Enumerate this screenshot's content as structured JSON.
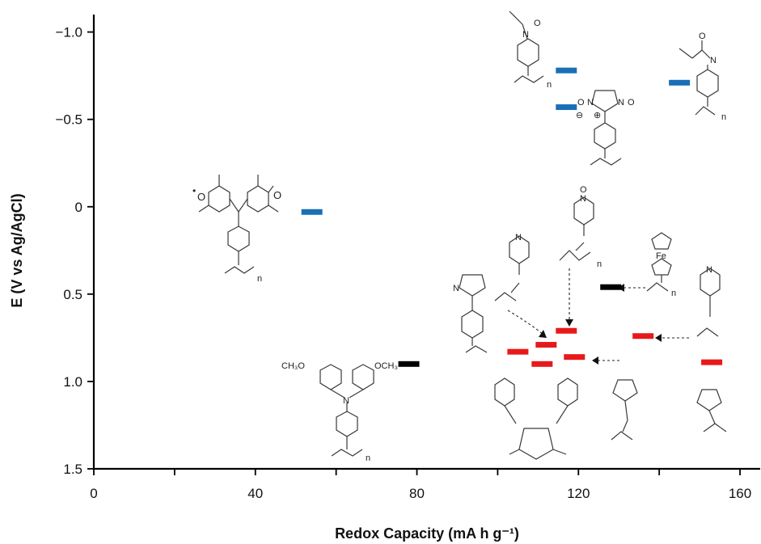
{
  "chart_data": {
    "type": "scatter",
    "title": "",
    "xlabel": "Redox Capacity (mA h g⁻¹)",
    "ylabel": "E (V vs Ag/AgCl)",
    "xlim": [
      0,
      165
    ],
    "ylim": [
      -1.1,
      1.5
    ],
    "y_inverted": true,
    "grid": false,
    "legend": "none",
    "x_ticks": [
      0,
      40,
      80,
      120,
      160
    ],
    "x_tick_labels": [
      "0",
      "40",
      "80",
      "120",
      "160"
    ],
    "y_ticks": [
      -1.0,
      -0.5,
      0,
      0.5,
      1.0,
      1.5
    ],
    "y_tick_labels": [
      "−1.0",
      "−0.5",
      "0",
      "0.5",
      "1.0",
      "1.5"
    ],
    "marker": "horizontal-dash",
    "colors": {
      "blue": "#1a6fb5",
      "red": "#e8191a",
      "black": "#000000"
    },
    "points": [
      {
        "x": 54,
        "y": 0.03,
        "color": "blue"
      },
      {
        "x": 117,
        "y": -0.78,
        "color": "blue"
      },
      {
        "x": 117,
        "y": -0.57,
        "color": "blue"
      },
      {
        "x": 145,
        "y": -0.71,
        "color": "blue"
      },
      {
        "x": 78,
        "y": 0.9,
        "color": "black"
      },
      {
        "x": 128,
        "y": 0.46,
        "color": "black"
      },
      {
        "x": 105,
        "y": 0.83,
        "color": "red"
      },
      {
        "x": 112,
        "y": 0.79,
        "color": "red"
      },
      {
        "x": 117,
        "y": 0.71,
        "color": "red"
      },
      {
        "x": 111,
        "y": 0.9,
        "color": "red"
      },
      {
        "x": 119,
        "y": 0.86,
        "color": "red"
      },
      {
        "x": 136,
        "y": 0.74,
        "color": "red"
      },
      {
        "x": 153,
        "y": 0.89,
        "color": "red"
      }
    ]
  },
  "annotations": {
    "ch3o": "CH₃O",
    "och3": "OCH₃",
    "n": "N",
    "o": "O",
    "fe": "Fe",
    "sub_n": "n",
    "radical": "•",
    "plus": "⊕",
    "minus": "⊖"
  }
}
